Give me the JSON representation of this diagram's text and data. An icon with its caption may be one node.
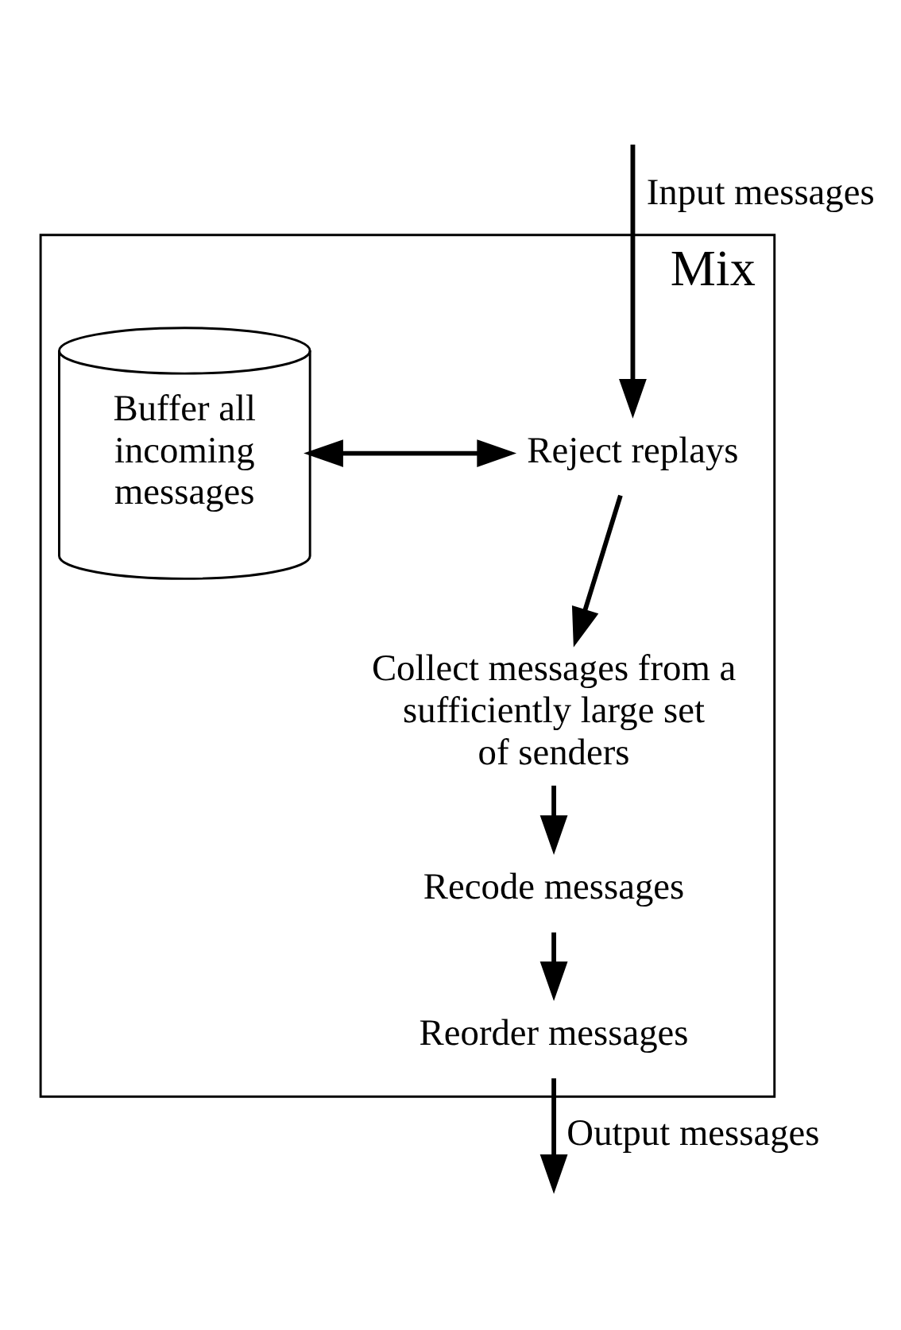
{
  "diagram": {
    "nodes": [
      {
        "text": [
          "Mix"
        ]
      },
      {
        "text": [
          "Reject replays"
        ],
        "in": 0
      },
      {
        "text": [
          "Buffer all incoming messages"
        ],
        "in": 0
      },
      {
        "text": [
          "Collect messages from a sufficiently large set of senders"
        ],
        "in": 0
      },
      {
        "text": [
          "Recode messages"
        ],
        "in": 0
      },
      {
        "text": [
          "Reorder messages"
        ],
        "in": 0
      }
    ],
    "edges": [
      {
        "from": null,
        "to": 1,
        "arrow": "to",
        "label": "Input messages"
      },
      {
        "from": 1,
        "to": 2,
        "arrow": "both"
      },
      {
        "from": 1,
        "to": 3,
        "arrow": "to"
      },
      {
        "from": 3,
        "to": 4,
        "arrow": "to"
      },
      {
        "from": 4,
        "to": 5,
        "arrow": "to"
      },
      {
        "from": 5,
        "to": null,
        "arrow": "to",
        "label": "Output messages"
      }
    ]
  }
}
